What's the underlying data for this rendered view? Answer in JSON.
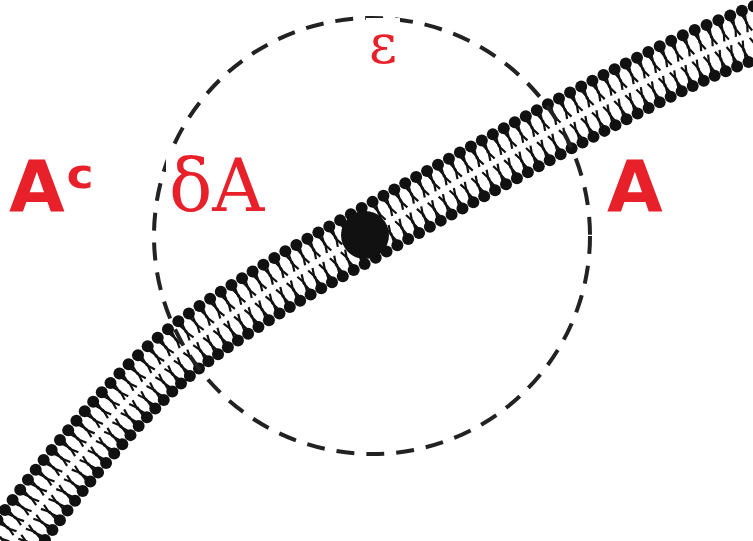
{
  "diagram": {
    "labels": [
      "Aᶜ",
      "δA",
      "ε",
      "A"
    ]
  }
}
